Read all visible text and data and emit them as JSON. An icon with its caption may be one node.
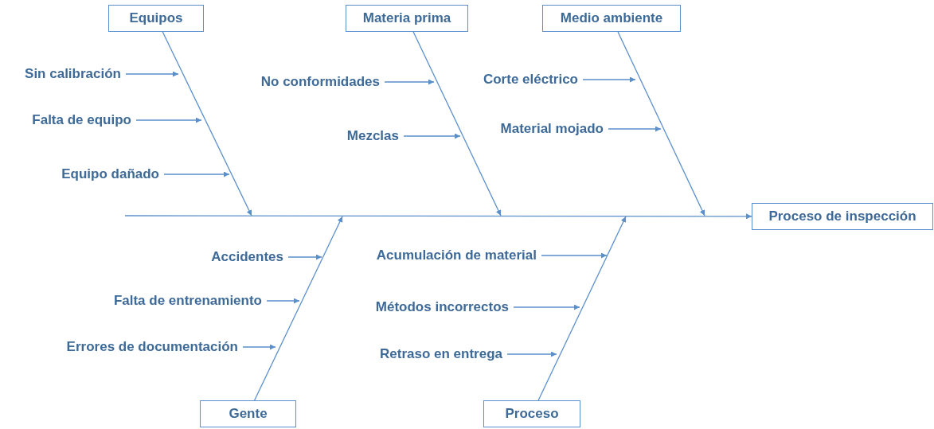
{
  "diagram": {
    "nodes": [
      {
        "text": [
          "Equipos"
        ]
      },
      {
        "text": [
          "Materia prima"
        ]
      },
      {
        "text": [
          "Medio ambiente"
        ]
      },
      {
        "text": [
          "Proceso de inspección"
        ]
      },
      {
        "text": [
          "Gente"
        ]
      },
      {
        "text": [
          "Proceso"
        ]
      },
      {
        "text": [
          "Sin calibración"
        ]
      },
      {
        "text": [
          "Falta de equipo"
        ]
      },
      {
        "text": [
          "Equipo dañado"
        ]
      },
      {
        "text": [
          "No conformidades"
        ]
      },
      {
        "text": [
          "Mezclas"
        ]
      },
      {
        "text": [
          "Corte eléctrico"
        ]
      },
      {
        "text": [
          "Material mojado"
        ]
      },
      {
        "text": [
          "Accidentes"
        ]
      },
      {
        "text": [
          "Falta de entrenamiento"
        ]
      },
      {
        "text": [
          "Errores de documentación"
        ]
      },
      {
        "text": [
          "Acumulación de material"
        ]
      },
      {
        "text": [
          "Métodos incorrectos"
        ]
      },
      {
        "text": [
          "Retraso en entrega"
        ]
      }
    ],
    "edges": [
      {
        "from": null,
        "to": 3,
        "arrow": "to"
      },
      {
        "from": 0,
        "to": null,
        "arrow": "to"
      },
      {
        "from": 1,
        "to": null,
        "arrow": "to"
      },
      {
        "from": 2,
        "to": null,
        "arrow": "to"
      },
      {
        "from": 4,
        "to": null,
        "arrow": "to"
      },
      {
        "from": 5,
        "to": null,
        "arrow": "to"
      },
      {
        "from": 6,
        "to": null,
        "arrow": "to"
      },
      {
        "from": 7,
        "to": null,
        "arrow": "to"
      },
      {
        "from": 8,
        "to": null,
        "arrow": "to"
      },
      {
        "from": 9,
        "to": null,
        "arrow": "to"
      },
      {
        "from": 10,
        "to": null,
        "arrow": "to"
      },
      {
        "from": 11,
        "to": null,
        "arrow": "to"
      },
      {
        "from": 12,
        "to": null,
        "arrow": "to"
      },
      {
        "from": 13,
        "to": null,
        "arrow": "to"
      },
      {
        "from": 14,
        "to": null,
        "arrow": "to"
      },
      {
        "from": 15,
        "to": null,
        "arrow": "to"
      },
      {
        "from": 16,
        "to": null,
        "arrow": "to"
      },
      {
        "from": 17,
        "to": null,
        "arrow": "to"
      },
      {
        "from": 18,
        "to": null,
        "arrow": "to"
      }
    ]
  }
}
